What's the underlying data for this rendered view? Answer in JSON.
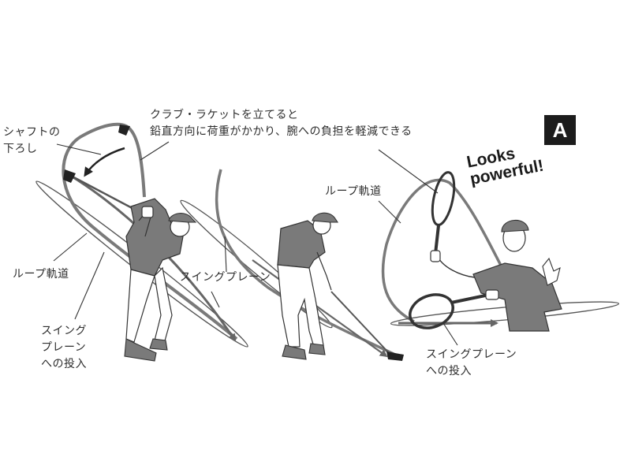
{
  "figure": {
    "badge": "A",
    "exclamation": {
      "line1": "Looks",
      "line2": "powerful!"
    },
    "labels": {
      "shaft_lowering": {
        "line1": "シャフトの",
        "line2": "下ろし"
      },
      "club_racket_note": {
        "line1": "クラブ・ラケットを立てると",
        "line2": "鉛直方向に荷重がかかり、腕への負担を軽減できる"
      },
      "loop_path_left": "ループ軌道",
      "swing_plane_entry_left": {
        "line1": "スイング",
        "line2": "プレーン",
        "line3": "への投入"
      },
      "swing_plane_center": "スイングプレーン",
      "loop_path_right": "ループ軌道",
      "swing_plane_entry_right": {
        "line1": "スイングプレーン",
        "line2": "への投入"
      }
    },
    "colors": {
      "background": "#ffffff",
      "ink": "#2a2a2a",
      "shirt_gray": "#6e6e6e",
      "trajectory_gray": "#777777",
      "badge_bg": "#1c1c1c",
      "badge_fg": "#ffffff"
    }
  }
}
